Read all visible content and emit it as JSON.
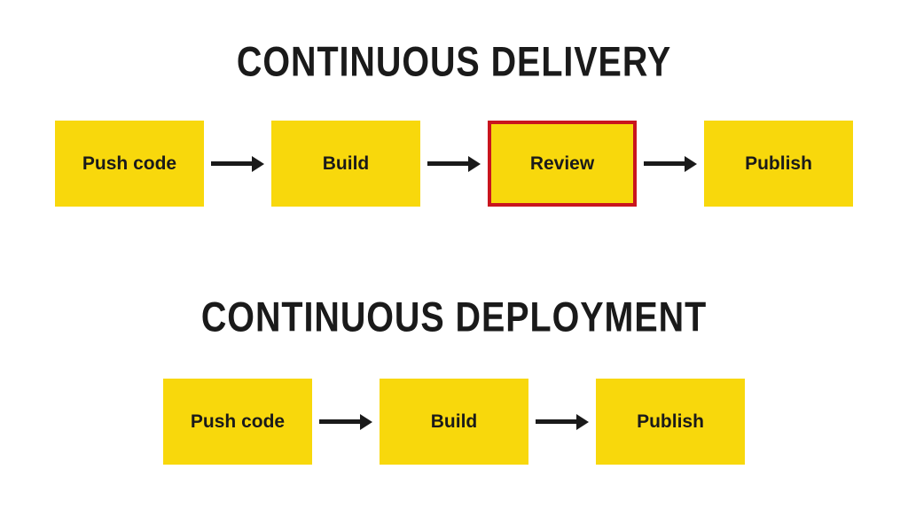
{
  "colors": {
    "box_fill": "#F8D80C",
    "review_border": "#C9151E",
    "arrow": "#1A1A1A",
    "title": "#1A1A1A",
    "label": "#1A1A1A"
  },
  "delivery": {
    "title": "CONTINUOUS DELIVERY",
    "steps": [
      {
        "label": "Push code",
        "highlighted": false
      },
      {
        "label": "Build",
        "highlighted": false
      },
      {
        "label": "Review",
        "highlighted": true
      },
      {
        "label": "Publish",
        "highlighted": false
      }
    ]
  },
  "deployment": {
    "title": "CONTINUOUS DEPLOYMENT",
    "steps": [
      {
        "label": "Push code",
        "highlighted": false
      },
      {
        "label": "Build",
        "highlighted": false
      },
      {
        "label": "Publish",
        "highlighted": false
      }
    ]
  }
}
